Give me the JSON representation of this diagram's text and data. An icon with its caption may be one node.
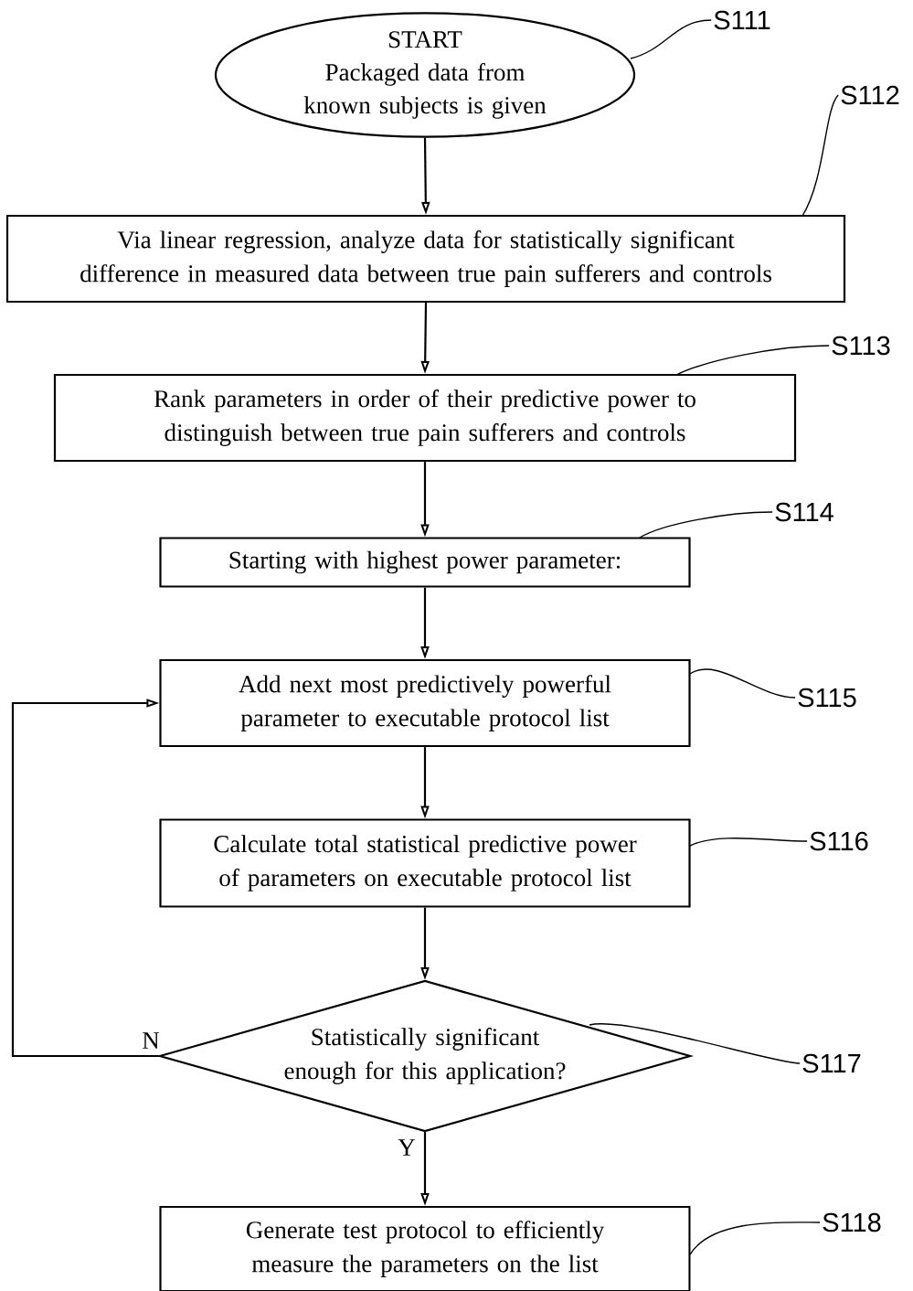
{
  "diagram": {
    "nodes": [
      {
        "text": [
          "START",
          "Packaged data from known subjects is given"
        ]
      },
      {
        "text": [
          "Via linear regression, analyze data for statistically significant difference in measured data between true pain sufferers and controls"
        ]
      },
      {
        "text": [
          "Rank parameters in order of their predictive power to distinguish between true pain sufferers and controls"
        ]
      },
      {
        "text": [
          "Starting with highest power parameter:"
        ]
      },
      {
        "text": [
          "Add next most predictively powerful parameter to executable protocol list"
        ]
      },
      {
        "text": [
          "Calculate total statistical predictive power of parameters on executable protocol list"
        ]
      },
      {
        "text": [
          "Statistically significant enough for this application?"
        ]
      },
      {
        "text": [
          "Generate test protocol to efficiently measure the parameters on the list"
        ]
      },
      {
        "text": [
          "S111"
        ]
      },
      {
        "text": [
          "S112"
        ]
      },
      {
        "text": [
          "S113"
        ]
      },
      {
        "text": [
          "S114"
        ]
      },
      {
        "text": [
          "S115"
        ]
      },
      {
        "text": [
          "S116"
        ]
      },
      {
        "text": [
          "S117"
        ]
      },
      {
        "text": [
          "S118"
        ]
      }
    ],
    "edges": [
      {
        "from": 0,
        "to": 1,
        "arrow": "to"
      },
      {
        "from": 1,
        "to": 2,
        "arrow": "to"
      },
      {
        "from": 2,
        "to": 3,
        "arrow": "to"
      },
      {
        "from": 3,
        "to": 4,
        "arrow": "to"
      },
      {
        "from": 4,
        "to": 5,
        "arrow": "to"
      },
      {
        "from": 5,
        "to": 6,
        "arrow": "to"
      },
      {
        "from": 6,
        "to": 4,
        "arrow": "to",
        "label": "N"
      },
      {
        "from": 6,
        "to": 7,
        "arrow": "to",
        "label": "Y"
      },
      {
        "from": 8,
        "to": 0,
        "arrow": "none"
      },
      {
        "from": 9,
        "to": 1,
        "arrow": "none"
      },
      {
        "from": 10,
        "to": 2,
        "arrow": "none"
      },
      {
        "from": 11,
        "to": 3,
        "arrow": "none"
      },
      {
        "from": 12,
        "to": 4,
        "arrow": "none"
      },
      {
        "from": 13,
        "to": 5,
        "arrow": "none"
      },
      {
        "from": 14,
        "to": 6,
        "arrow": "none"
      },
      {
        "from": 15,
        "to": 7,
        "arrow": "none"
      }
    ]
  }
}
